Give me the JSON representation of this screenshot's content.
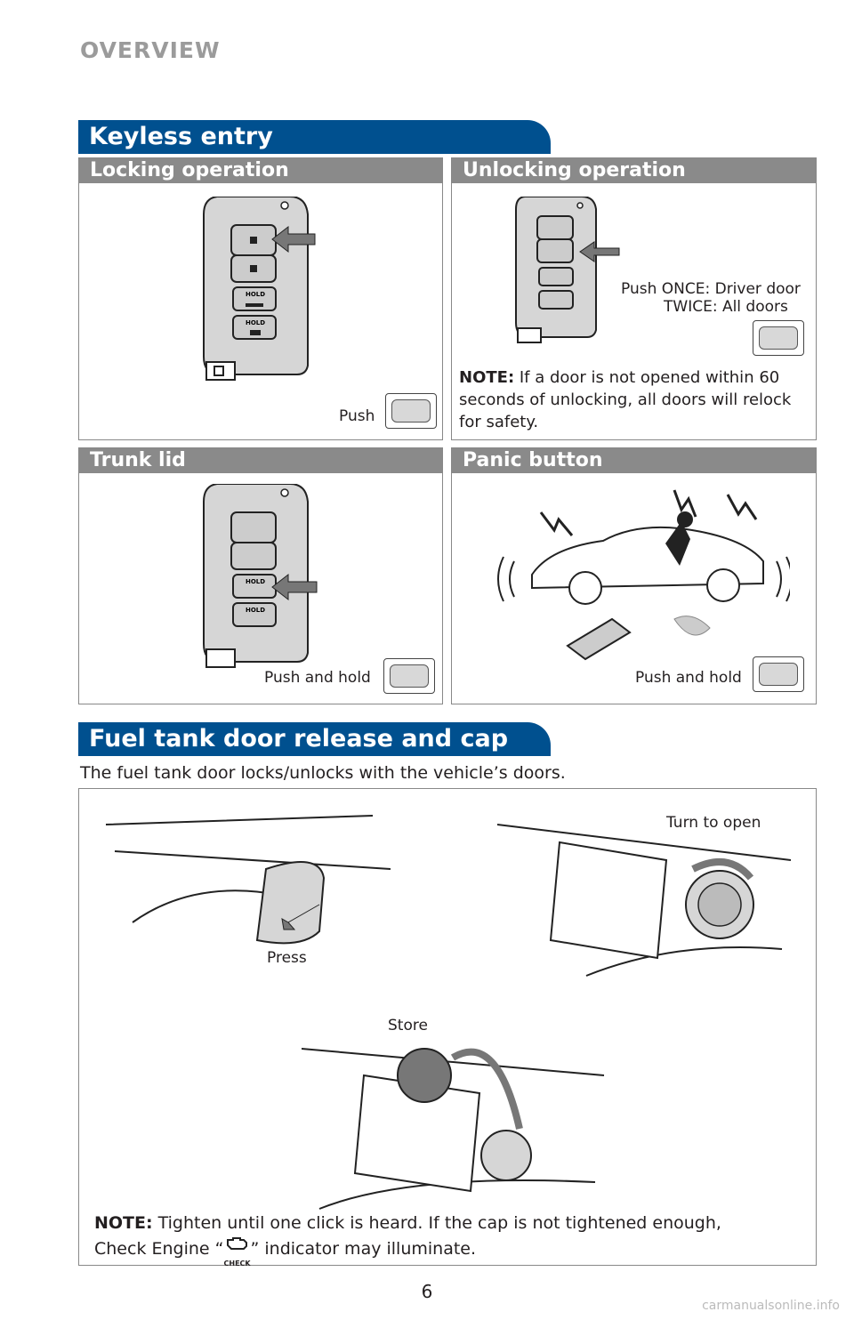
{
  "header": {
    "section": "OVERVIEW"
  },
  "keyless": {
    "banner": "Keyless entry",
    "locking": {
      "title": "Locking operation",
      "push_label": "Push"
    },
    "unlocking": {
      "title": "Unlocking operation",
      "push_once": "Push ONCE: Driver door",
      "push_twice": "TWICE: All doors",
      "note_label": "NOTE:",
      "note_text": " If a door is not opened within 60 seconds of unlocking, all doors will relock for safety."
    },
    "trunk": {
      "title": "Trunk lid",
      "push_label": "Push and hold"
    },
    "panic": {
      "title": "Panic button",
      "push_label": "Push and hold"
    },
    "fob_hold_text": "HOLD"
  },
  "fuel": {
    "banner": "Fuel tank door release and cap",
    "intro": "The fuel tank door locks/unlocks with the vehicle’s doors.",
    "press_label": "Press",
    "turn_label": "Turn to open",
    "store_label": "Store",
    "note_label": "NOTE:",
    "note_line1": " Tighten until one click is heard. If the cap is not tightened enough,",
    "note_line2a": "Check Engine “",
    "note_line2b": "” indicator may illuminate.",
    "check_text": "CHECK"
  },
  "footer": {
    "page_number": "6",
    "watermark": "carmanualsonline.info"
  }
}
